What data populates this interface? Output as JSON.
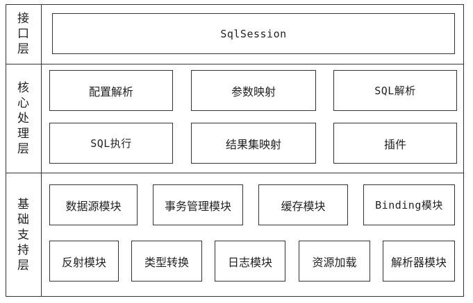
{
  "layers": {
    "interface": {
      "label_chars": [
        "接",
        "口",
        "层"
      ],
      "modules": [
        "SqlSession"
      ]
    },
    "core": {
      "label_chars": [
        "核",
        "心",
        "处",
        "理",
        "层"
      ],
      "row1": [
        "配置解析",
        "参数映射",
        "SQL解析"
      ],
      "row2": [
        "SQL执行",
        "结果集映射",
        "插件"
      ]
    },
    "support": {
      "label_chars": [
        "基",
        "础",
        "支",
        "持",
        "层"
      ],
      "row1": [
        "数据源模块",
        "事务管理模块",
        "缓存模块",
        "Binding模块"
      ],
      "row2": [
        "反射模块",
        "类型转换",
        "日志模块",
        "资源加载",
        "解析器模块"
      ]
    }
  }
}
